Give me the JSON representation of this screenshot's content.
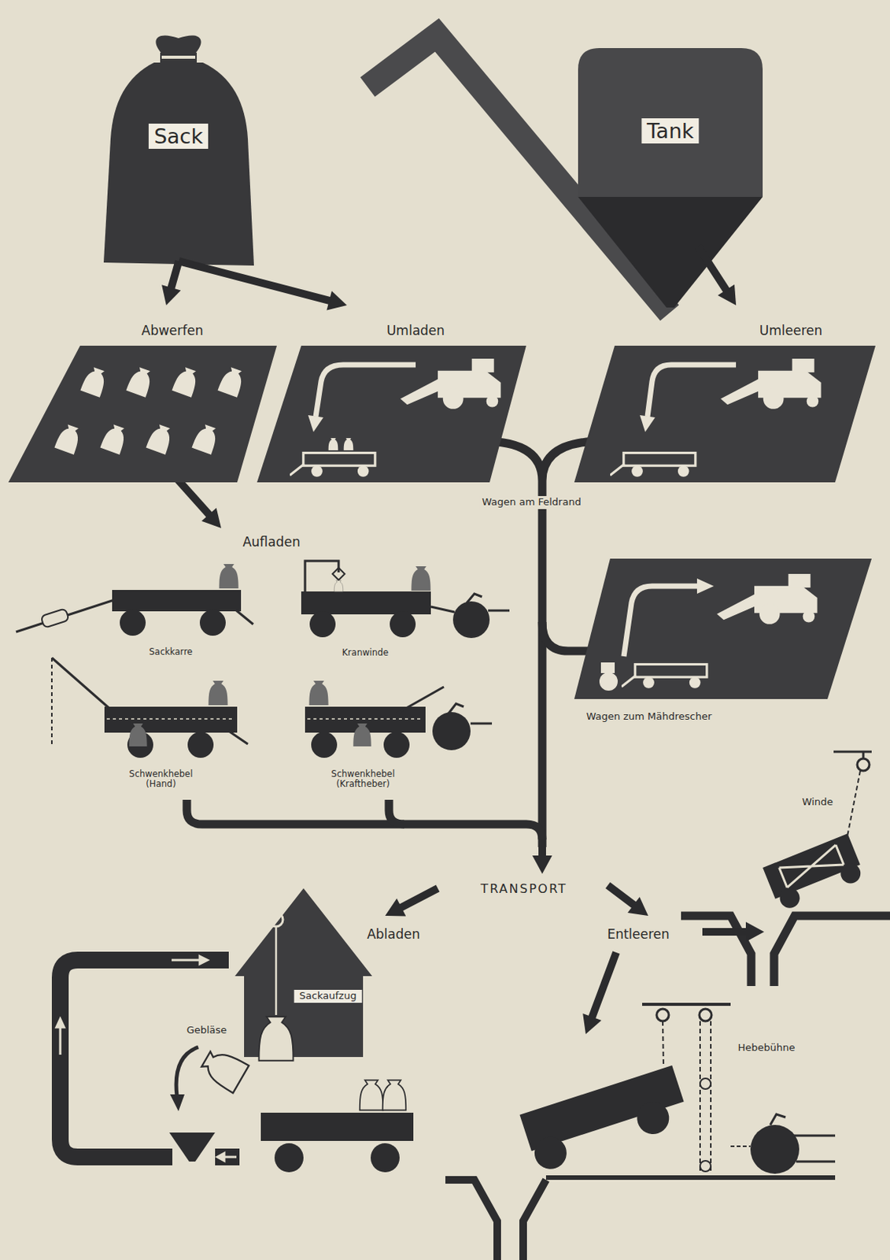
{
  "diagram": {
    "nodes": [
      {
        "text": [
          "Sack"
        ]
      },
      {
        "text": [
          "Tank"
        ]
      },
      {
        "text": [
          "Abwerfen"
        ]
      },
      {
        "text": [
          "Umladen"
        ]
      },
      {
        "text": [
          "Umleeren"
        ]
      },
      {
        "text": [
          "Wagen zum Mähdrescher"
        ]
      },
      {
        "text": [
          "Sackaufzug"
        ]
      }
    ],
    "edges": [
      {
        "from": 0,
        "to": 2,
        "arrow": "to"
      },
      {
        "from": 0,
        "to": 3,
        "arrow": "to"
      },
      {
        "from": 1,
        "to": 4,
        "arrow": "to"
      }
    ],
    "labels": [
      "Wagen am Feldrand",
      "Aufladen",
      "Sackkarre",
      "Kranwinde",
      "Schwenkhebel (Hand)",
      "Schwenkhebel (Kraftheber)",
      "Winde",
      "TRANSPORT",
      "Abladen",
      "Entleeren",
      "Gebläse",
      "Hebebühne"
    ]
  }
}
